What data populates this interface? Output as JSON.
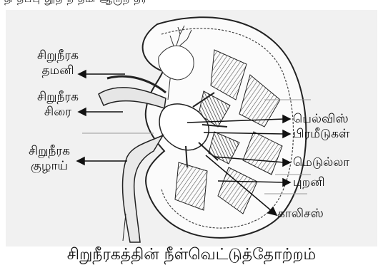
{
  "top_strip": "தி  தப்பு தூத  ந தமி  ஆருந   தர",
  "labels": {
    "renal_artery": "சிறுநீரக\nதமனி",
    "renal_vein": "சிறுநீரக\nசிரை",
    "ureter": "சிறுநீரக\nகுழாய்",
    "pelvis": "பெல்விஸ்",
    "pyramids": "பிரமீடுகள்",
    "medulla": "மெடுல்லா",
    "cortex": "புறனி",
    "calyces": "காலிசஸ்"
  },
  "caption": "சிறுநீரகத்தின் நீள்வெட்டுத்தோற்றம்"
}
